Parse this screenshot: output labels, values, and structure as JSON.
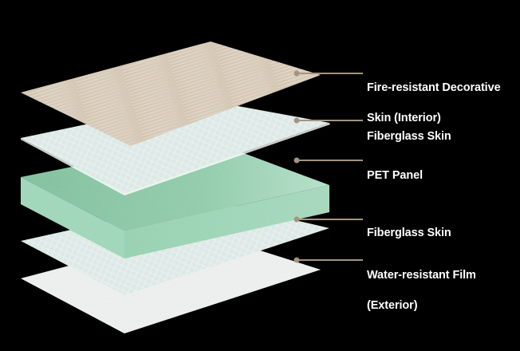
{
  "diagram": {
    "background": "#000000",
    "leader_color": "#a39480",
    "layers": [
      {
        "name": "Fire-resistant Decorative Skin (Interior)",
        "line1": "Fire-resistant Decorative",
        "line2": "Skin (Interior)",
        "color": "#d9cbb8"
      },
      {
        "name": "Fiberglass Skin",
        "line1": "Fiberglass Skin",
        "line2": "",
        "color": "#dde9e6"
      },
      {
        "name": "PET Panel",
        "line1": "PET Panel",
        "line2": "",
        "color": "#8fd3b0"
      },
      {
        "name": "Fiberglass Skin",
        "line1": "Fiberglass Skin",
        "line2": "",
        "color": "#dce8e5"
      },
      {
        "name": "Water-resistant Film (Exterior)",
        "line1": "Water-resistant Film",
        "line2": "(Exterior)",
        "color": "#f4f5f5"
      }
    ]
  }
}
